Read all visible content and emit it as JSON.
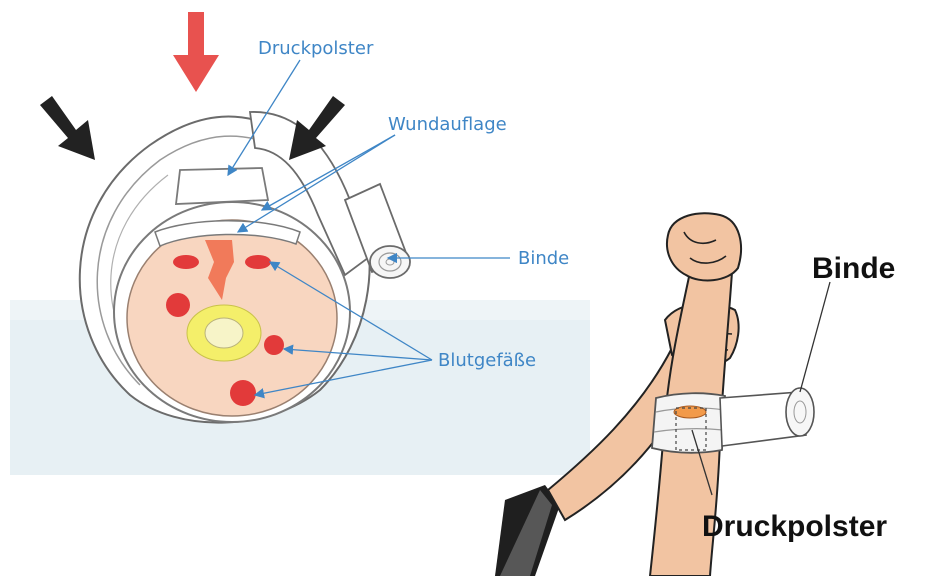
{
  "left_diagram": {
    "labels": {
      "druckpolster": "Druckpolster",
      "wundauflage": "Wundauflage",
      "binde": "Binde",
      "blutgefaesse": "Blutgefäße"
    },
    "colors": {
      "label": "#3f86c6",
      "pressure_arrow_red": "#e8524f",
      "pressure_arrow_dark": "#222222",
      "vessel": "#e23a3a",
      "tissue": "#f8d6c0",
      "bone": "#f4ef6a"
    }
  },
  "right_illustration": {
    "labels": {
      "binde": "Binde",
      "druckpolster": "Druckpolster"
    },
    "colors": {
      "skin": "#f2c4a2",
      "outline": "#222222",
      "pad": "#f29a4a"
    }
  }
}
